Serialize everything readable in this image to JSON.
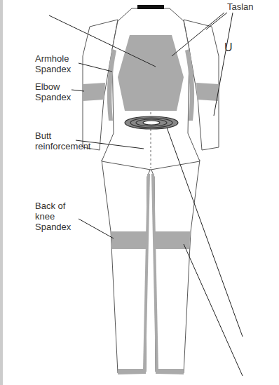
{
  "diagram": {
    "labels": [
      "Taslan",
      "Armhole Spandex",
      "Elbow Spandex",
      "Butt reinforcement",
      "Back of knee Spandex",
      "U"
    ]
  }
}
